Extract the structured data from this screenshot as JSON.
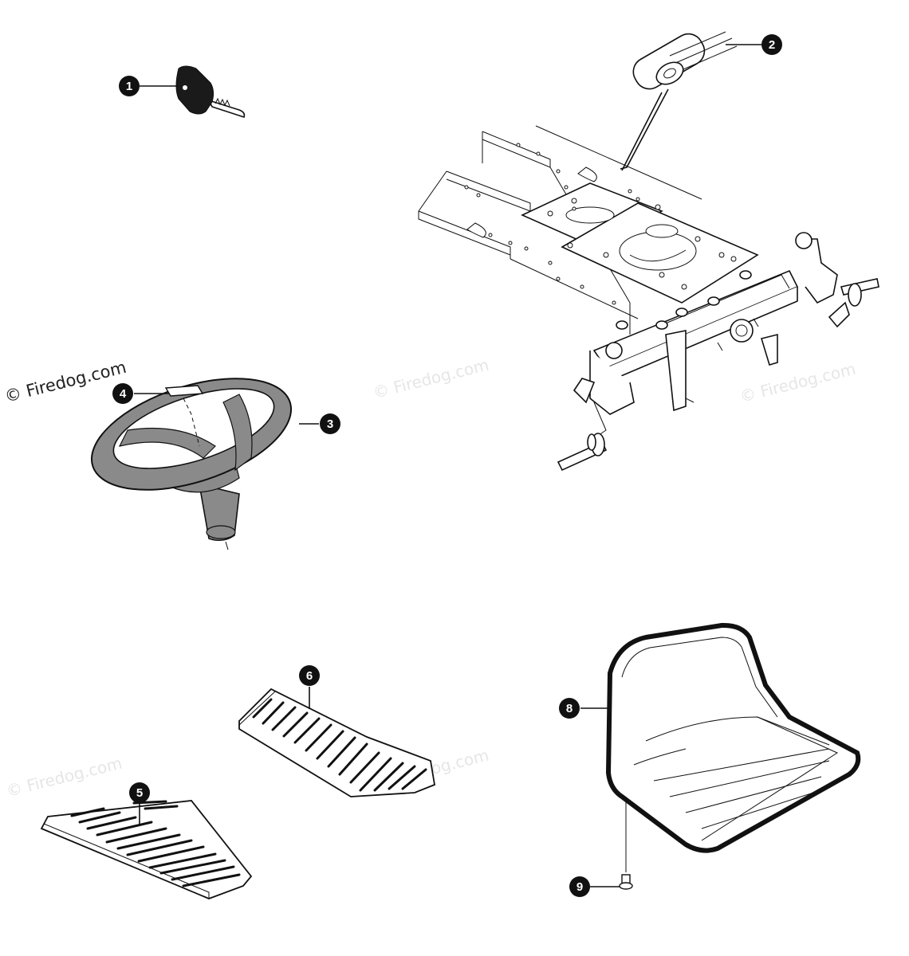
{
  "watermarks": {
    "primary": "© Firedog.com",
    "faint": "© Firedog.com"
  },
  "callouts": [
    {
      "label": "1",
      "part": "ignition-key"
    },
    {
      "label": "2",
      "part": "lever-grip"
    },
    {
      "label": "3",
      "part": "steering-wheel"
    },
    {
      "label": "4",
      "part": "steering-wheel-insert"
    },
    {
      "label": "5",
      "part": "foot-pad-left"
    },
    {
      "label": "6",
      "part": "foot-pad-right"
    },
    {
      "label": "8",
      "part": "seat"
    },
    {
      "label": "9",
      "part": "seat-bolt"
    }
  ],
  "colors": {
    "line": "#111111",
    "rubber": "#8a8a8a",
    "watermark": "#e6e6e6"
  }
}
